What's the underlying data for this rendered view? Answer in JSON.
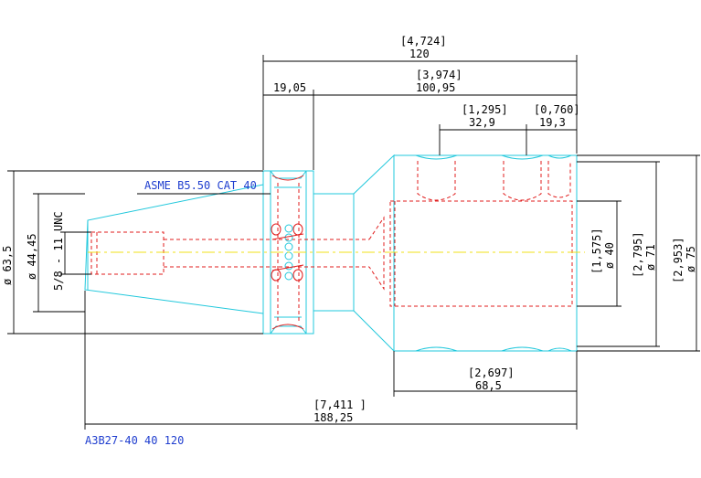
{
  "drawing": {
    "spec_label": "ASME B5.50 CAT 40",
    "part_number": "A3B27-40 40 120",
    "thread_label": "5/8 - 11 UNC",
    "dimensions": {
      "overall_len_in": "[4,724]",
      "overall_len_mm": "120",
      "flange_to_end_in": "[3,974]",
      "flange_to_end_mm": "100,95",
      "flange_width_mm": "19,05",
      "groove_pitch_in": "[1,295]",
      "groove_pitch_mm": "32,9",
      "groove_end_in": "[0,760]",
      "groove_end_mm": "19,3",
      "bore_in": "[1,575]",
      "bore_mm": "ø 40",
      "body_dia_in": "[2,795]",
      "body_dia_mm": "ø 71",
      "outer_dia_in": "[2,953]",
      "outer_dia_mm": "ø 75",
      "body_len_in": "[2,697]",
      "body_len_mm": "68,5",
      "total_len_in": "[7,411 ]",
      "total_len_mm": "188,25",
      "flange_dia": "ø 63,5",
      "taper_dia": "ø 44,45"
    }
  },
  "colors": {
    "outline": "#21c8dc",
    "hidden": "#e01c1c",
    "centerline": "#f2e019",
    "label": "#1f3ecf",
    "dimension": "#000000"
  }
}
